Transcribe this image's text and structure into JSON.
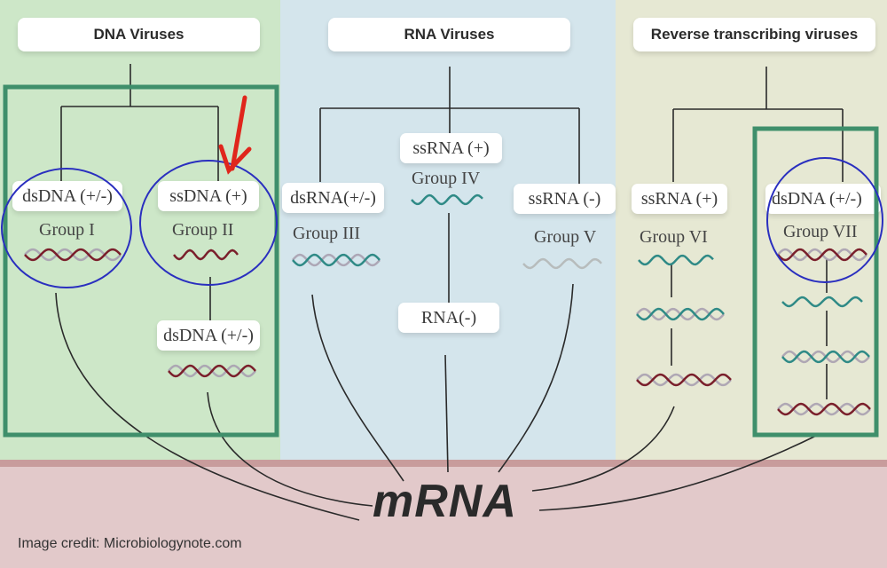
{
  "headers": {
    "dna": "DNA Viruses",
    "rna": "RNA Viruses",
    "rt": "Reverse transcribing viruses"
  },
  "labels": {
    "g1": "dsDNA (+/-)",
    "g2": "ssDNA (+)",
    "g2_intermediate": "dsDNA (+/-)",
    "g3": "dsRNA(+/-)",
    "g4": "ssRNA (+)",
    "g4_intermediate": "RNA(-)",
    "g5": "ssRNA (-)",
    "g6": "ssRNA (+)",
    "g7": "dsDNA (+/-)"
  },
  "groups": {
    "g1": "Group I",
    "g2": "Group II",
    "g3": "Group III",
    "g4": "Group IV",
    "g5": "Group V",
    "g6": "Group VI",
    "g7": "Group VII"
  },
  "center": "mRNA",
  "credit": "Image credit: Microbiologynote.com",
  "colors": {
    "highlight_box": "#3f8f6b",
    "highlight_circle": "#2a2fbf",
    "arrow": "#e0261c",
    "dna_strand": "#7a1f2b",
    "rna_strand": "#2f8a86"
  }
}
